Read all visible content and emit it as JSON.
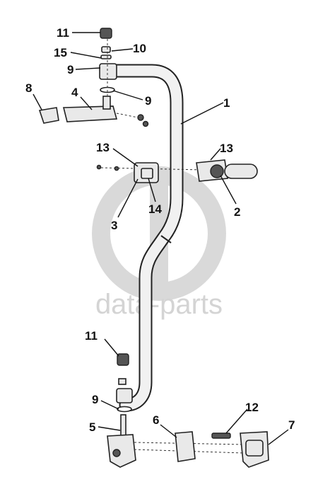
{
  "watermark": {
    "text": "data-parts"
  },
  "callouts": {
    "c1": "1",
    "c2": "2",
    "c3": "3",
    "c4": "4",
    "c5": "5",
    "c6": "6",
    "c7": "7",
    "c8": "8",
    "c9a": "9",
    "c9b": "9",
    "c9c": "9",
    "c10": "10",
    "c11a": "11",
    "c11b": "11",
    "c12": "12",
    "c13a": "13",
    "c13b": "13",
    "c14": "14",
    "c15": "15"
  }
}
